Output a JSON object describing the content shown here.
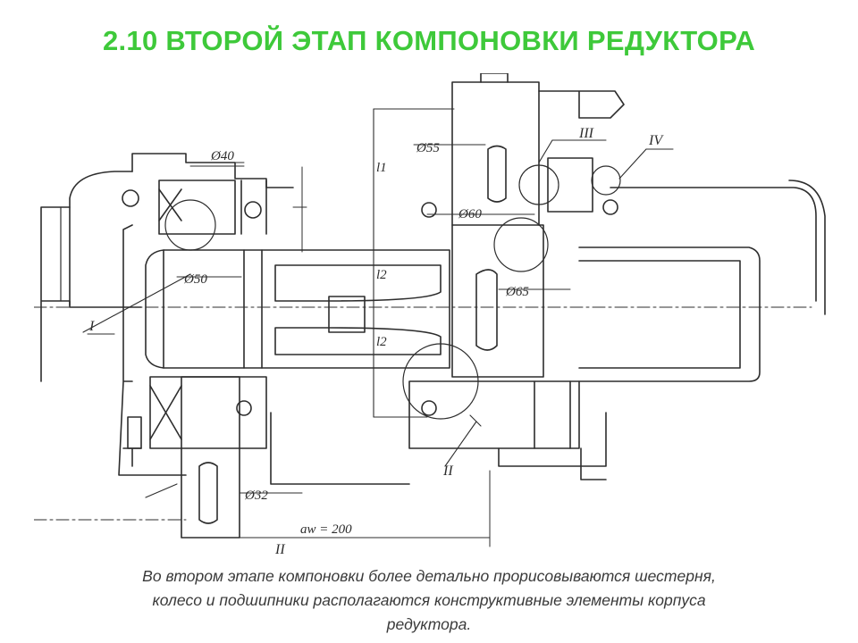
{
  "title": "2.10 ВТОРОЙ ЭТАП КОМПОНОВКИ РЕДУКТОРА",
  "caption": {
    "line1": "Во втором этапе компоновки более детально прорисовываются шестерня,",
    "line2": "колесо и подшипники  располагаются конструктивные элементы корпуса",
    "line3": "редуктора."
  },
  "drawing": {
    "dimensions": {
      "d40": "Ø40",
      "d50": "Ø50",
      "d55": "Ø55",
      "d60": "Ø60",
      "d65": "Ø65",
      "d32": "Ø32",
      "aw": "aw = 200",
      "l1": "l1",
      "l2_top": "l2",
      "l2_bottom": "l2"
    },
    "callouts": {
      "c1": "I",
      "c2": "II",
      "c3": "III",
      "c4": "IV",
      "c2_bottom": "II"
    }
  },
  "colors": {
    "title": "#3ec93a",
    "caption": "#3a3a3a",
    "line": "#2d2d2d"
  }
}
